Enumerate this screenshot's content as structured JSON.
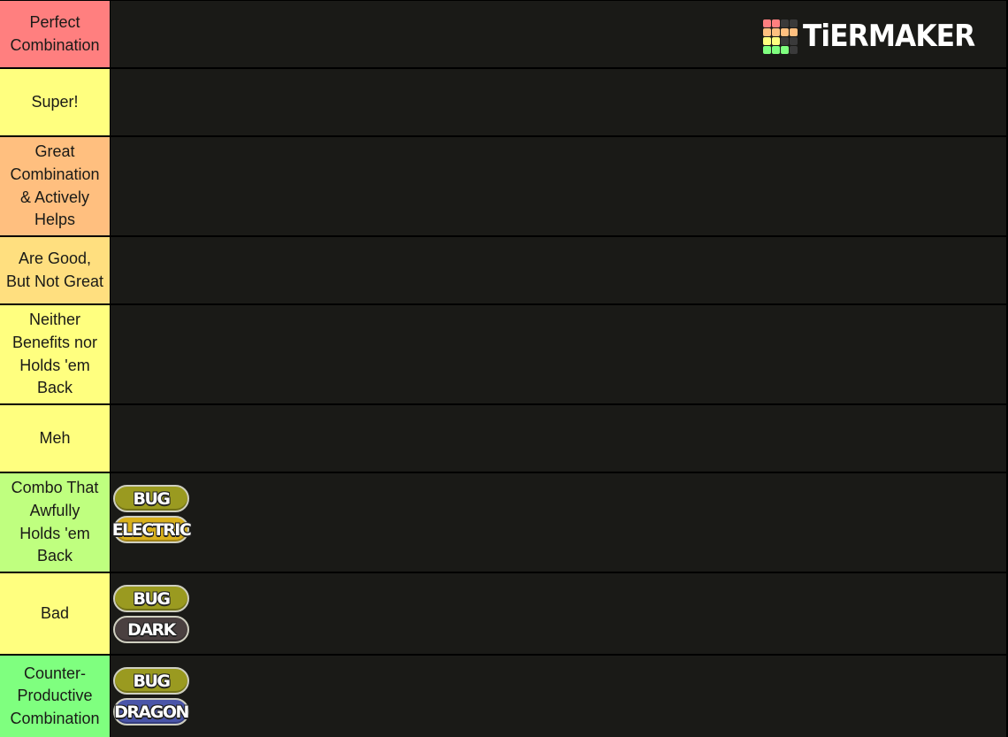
{
  "logo": {
    "text": "TiERMAKER",
    "icon": "tiermaker-grid-icon",
    "grid_colors": [
      "#ff7f7f",
      "#ff7f7f",
      "#3a3a3a",
      "#3a3a3a",
      "#ffbf7f",
      "#ffbf7f",
      "#ffbf7f",
      "#ffbf7f",
      "#ffff7f",
      "#ffff7f",
      "#3a3a3a",
      "#3a3a3a",
      "#7fff7f",
      "#7fff7f",
      "#7fff7f",
      "#3a3a3a"
    ]
  },
  "tiers": [
    {
      "label": "Perfect\nCombination",
      "color": "#ff7f7f",
      "items": []
    },
    {
      "label": "Super!",
      "color": "#ffff7f",
      "items": []
    },
    {
      "label": "Great\nCombination\n& Actively\nHelps",
      "color": "#ffbf7f",
      "items": []
    },
    {
      "label": "Are Good,\nBut Not Great",
      "color": "#ffdf7f",
      "items": []
    },
    {
      "label": "Neither\nBenefits nor\nHolds 'em\nBack",
      "color": "#ffff7f",
      "items": []
    },
    {
      "label": "Meh",
      "color": "#ffff7f",
      "items": []
    },
    {
      "label": "Combo That\nAwfully\nHolds 'em\nBack",
      "color": "#bfff7f",
      "items": [
        {
          "types": [
            {
              "name": "BUG",
              "color": "#9a9a20"
            },
            {
              "name": "ELECTRIC",
              "color": "#d8b01c"
            }
          ]
        }
      ]
    },
    {
      "label": "Bad",
      "color": "#ffff7f",
      "items": [
        {
          "types": [
            {
              "name": "BUG",
              "color": "#9a9a20"
            },
            {
              "name": "DARK",
              "color": "#4a4040"
            }
          ]
        }
      ]
    },
    {
      "label": "Counter-\nProductive\nCombination",
      "color": "#7fff7f",
      "items": [
        {
          "types": [
            {
              "name": "BUG",
              "color": "#9a9a20"
            },
            {
              "name": "DRAGON",
              "color": "#4a55a8"
            }
          ]
        }
      ]
    }
  ]
}
